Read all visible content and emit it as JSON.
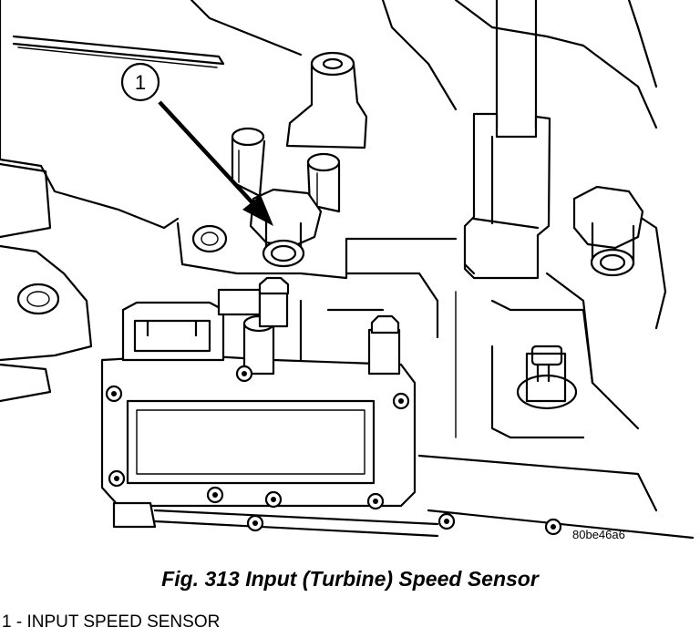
{
  "callout": {
    "number": "1"
  },
  "figure": {
    "code": "80be46a6",
    "caption": "Fig. 313 Input (Turbine) Speed Sensor"
  },
  "legend": [
    {
      "text": "1 - INPUT SPEED SENSOR"
    }
  ]
}
